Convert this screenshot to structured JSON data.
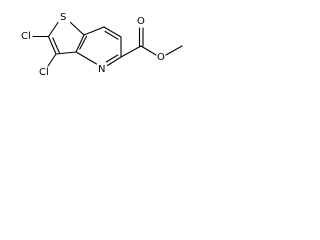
{
  "molecule": {
    "atoms": {
      "sulfur": "S",
      "nitrogen": "N",
      "chlorine_2": "Cl",
      "chlorine_3": "Cl",
      "carbonyl_oxygen": "O",
      "ester_oxygen": "O"
    }
  }
}
